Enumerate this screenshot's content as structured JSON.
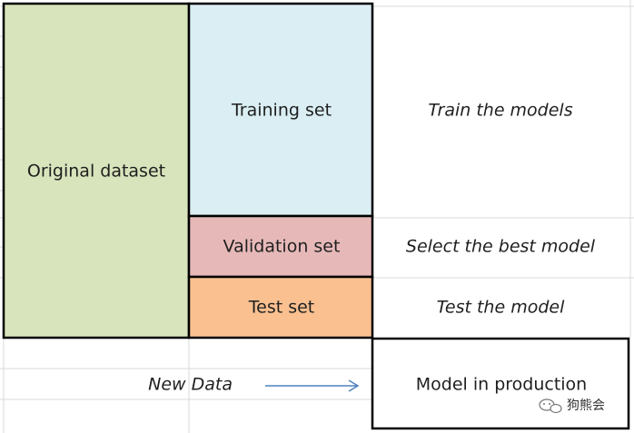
{
  "diagram": {
    "original_dataset": "Original dataset",
    "training_set": "Training set",
    "validation_set": "Validation set",
    "test_set": "Test set",
    "train_desc": "Train the models",
    "select_desc": "Select the best model",
    "test_desc": "Test the model",
    "new_data": "New Data",
    "model_in_production": "Model in production"
  },
  "watermark": {
    "text": "狗熊会"
  },
  "colors": {
    "original_fill": "#d8e4bc",
    "training_fill": "#daeef3",
    "validation_fill": "#e6b9b8",
    "test_fill": "#fac090",
    "arrow": "#4f81bd"
  }
}
